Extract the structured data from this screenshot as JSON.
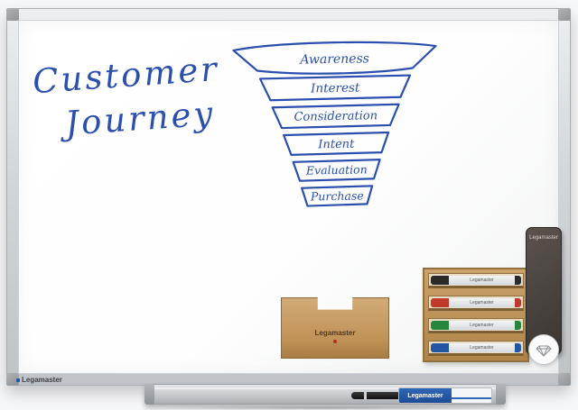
{
  "brand": "Legamaster",
  "title": {
    "line1": "Customer",
    "line2": "Journey"
  },
  "funnel": {
    "type": "funnel-diagram",
    "ink_color": "#2b4fae",
    "stages": [
      "Awareness",
      "Interest",
      "Consideration",
      "Intent",
      "Evaluation",
      "Purchase"
    ]
  },
  "frame_logo": "Legamaster",
  "accessories": {
    "wooden_eraser": {
      "label": "Legamaster"
    },
    "marker_holder": {
      "slots": [
        {
          "label": "Legamaster",
          "marker_color": "#2a2a2a"
        },
        {
          "label": "Legamaster",
          "marker_color": "#c0392b"
        },
        {
          "label": "Legamaster",
          "marker_color": "#27863c"
        },
        {
          "label": "Legamaster",
          "marker_color": "#2456a4"
        }
      ]
    },
    "magnetic_eraser": {
      "label": "Legamaster"
    },
    "tray_eraser_box": {
      "label": "Legamaster"
    },
    "colors": {
      "wood": "#c49a62",
      "frame_silver": "#c9ccd0",
      "ink": "#2b4fae"
    }
  }
}
